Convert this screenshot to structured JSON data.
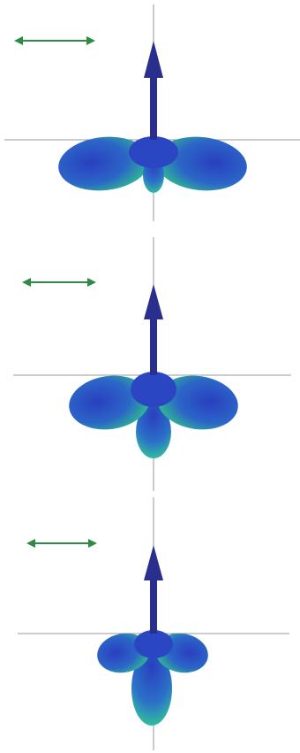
{
  "panels": [
    {
      "id": "top",
      "lobe_shape": "wide-side-lobes-small-bottom-lobe",
      "bottom_lobe_relative_size": 0.25
    },
    {
      "id": "middle",
      "lobe_shape": "side-lobes-medium-bottom-lobe",
      "bottom_lobe_relative_size": 0.6
    },
    {
      "id": "bottom",
      "lobe_shape": "small-side-lobes-large-bottom-lobe",
      "bottom_lobe_relative_size": 1.0
    }
  ],
  "colors": {
    "axis_line": "#9a9a9a",
    "polarization_arrow": "#2e8b45",
    "vector_arrow": "#2a2e8c",
    "lobe_core": "#2a4fc8",
    "lobe_edge": "#2fcf8a",
    "background": "#ffffff"
  },
  "icons": {
    "polarization": "double-headed-arrow-icon",
    "vector": "up-arrow-icon"
  }
}
